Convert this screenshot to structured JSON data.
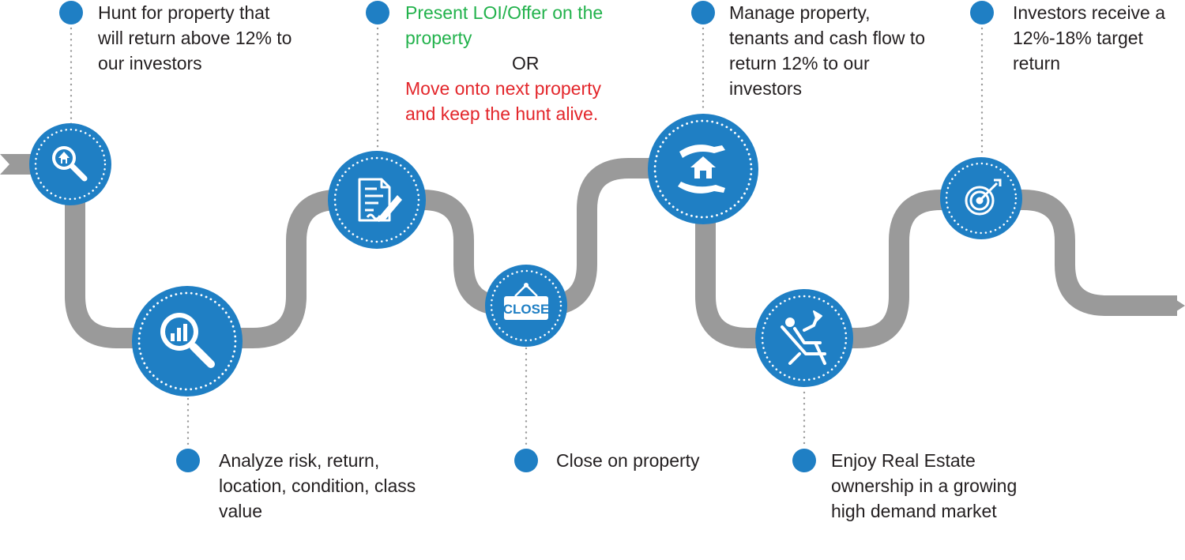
{
  "colors": {
    "path": "#9a9a9a",
    "circle": "#1f7fc4",
    "dot": "#1f7fc4",
    "connector": "#9a9a9a",
    "text": "#231f20",
    "accent_green": "#22b24c",
    "accent_red": "#e3262b"
  },
  "steps": [
    {
      "icon": "house-magnifier-icon",
      "lines": [
        "Hunt for property that",
        "will return above 12% to",
        "our investors"
      ]
    },
    {
      "icon": "chart-magnifier-icon",
      "lines": [
        "Analyze risk, return,",
        "location, condition, class",
        "value"
      ]
    },
    {
      "icon": "document-pen-icon",
      "offer_lines": [
        "Present LOI/Offer on the",
        "property"
      ],
      "or_text": "OR",
      "alt_lines": [
        "Move onto next property",
        "and keep the hunt alive."
      ]
    },
    {
      "icon": "close-sign-icon",
      "sign_text": "CLOSE",
      "lines": [
        "Close on property"
      ]
    },
    {
      "icon": "hands-house-icon",
      "lines": [
        "Manage property,",
        "tenants and cash flow to",
        "return 12% to our",
        "investors"
      ]
    },
    {
      "icon": "relaxing-chair-icon",
      "lines": [
        "Enjoy Real Estate",
        "ownership in a growing",
        "high demand market"
      ]
    },
    {
      "icon": "target-arrow-icon",
      "lines": [
        "Investors receive a",
        "12%-18% target",
        "return"
      ]
    }
  ]
}
